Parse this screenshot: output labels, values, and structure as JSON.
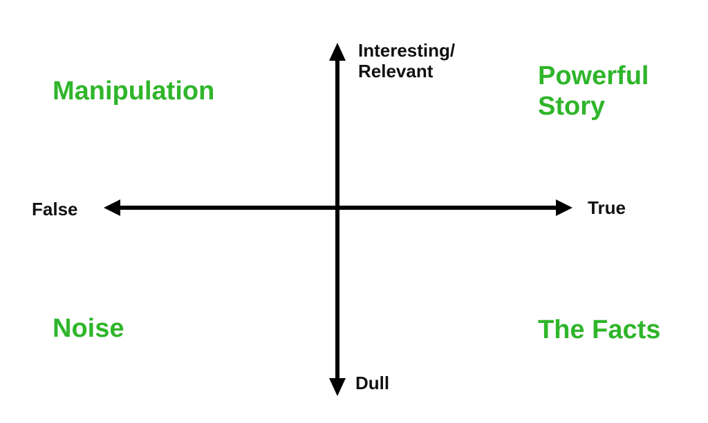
{
  "diagram": {
    "axes": {
      "left_label": "False",
      "right_label": "True",
      "top_label_line1": "Interesting/",
      "top_label_line2": "Relevant",
      "bottom_label": "Dull"
    },
    "quadrants": {
      "top_left": "Manipulation",
      "top_right_line1": "Powerful",
      "top_right_line2": "Story",
      "bottom_left": "Noise",
      "bottom_right": "The Facts"
    },
    "colors": {
      "axis": "#000000",
      "axis_text": "#111111",
      "quadrant_text": "#2fb52a"
    }
  }
}
